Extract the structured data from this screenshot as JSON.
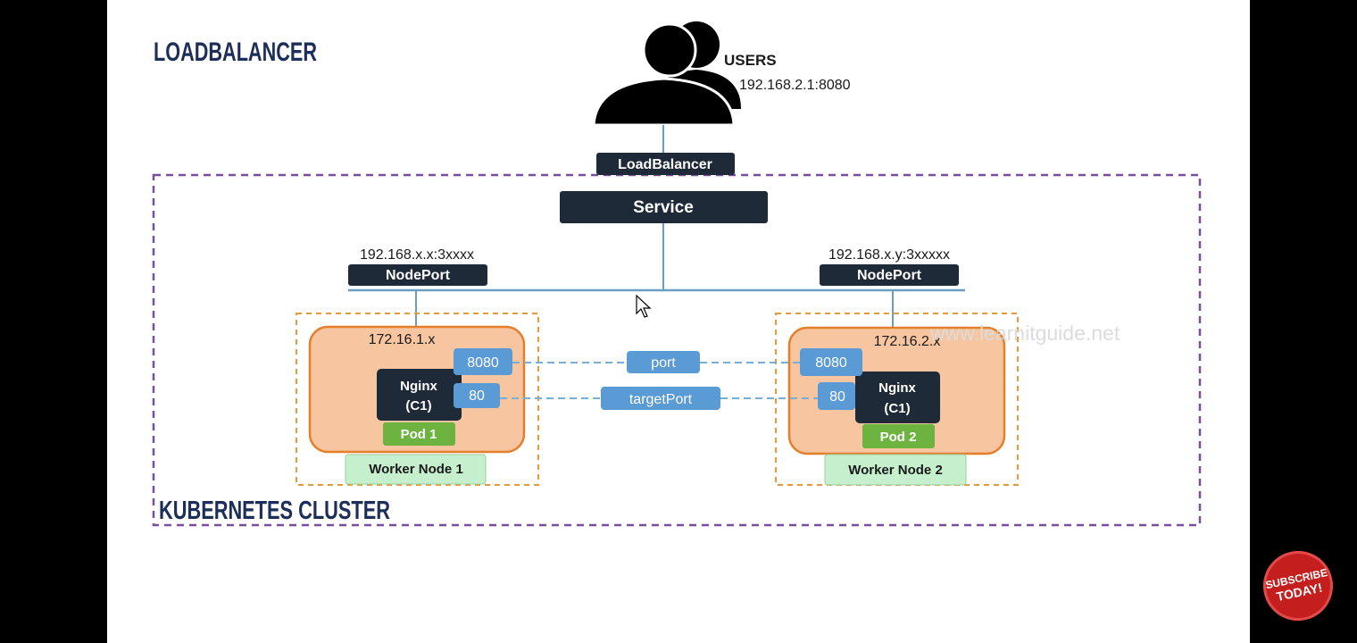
{
  "title": "LOADBALANCER",
  "users": {
    "label": "USERS",
    "address": "192.168.2.1:8080"
  },
  "loadbalancer_label": "LoadBalancer",
  "service_label": "Service",
  "nodeports": [
    {
      "address": "192.168.x.x:3xxxx",
      "label": "NodePort"
    },
    {
      "address": "192.168.x.y:3xxxxx",
      "label": "NodePort"
    }
  ],
  "workers": [
    {
      "network": "172.16.1.x",
      "port": "8080",
      "target_port": "80",
      "container": [
        "Nginx",
        "(C1)"
      ],
      "pod": "Pod 1",
      "node": "Worker Node 1"
    },
    {
      "network": "172.16.2.x",
      "port": "8080",
      "target_port": "80",
      "container": [
        "Nginx",
        "(C1)"
      ],
      "pod": "Pod 2",
      "node": "Worker Node 2"
    }
  ],
  "port_labels": {
    "port": "port",
    "target_port": "targetPort"
  },
  "cluster_label": "KUBERNETES CLUSTER",
  "watermark": "www.learnitguide.net",
  "subscribe": {
    "line1": "SUBSCRIBE",
    "line2": "TODAY!"
  },
  "colors": {
    "title": "#1c2e5a",
    "dark_box": "#1e2a38",
    "port_blue": "#5b9bd5",
    "pod_green": "#6db33f",
    "worker_green": "#c6efce",
    "node_orange": "#f7c59f",
    "cluster_border": "#7a4f9a",
    "node_border": "#e69a3c",
    "subscribe_red": "#c41e1e"
  }
}
